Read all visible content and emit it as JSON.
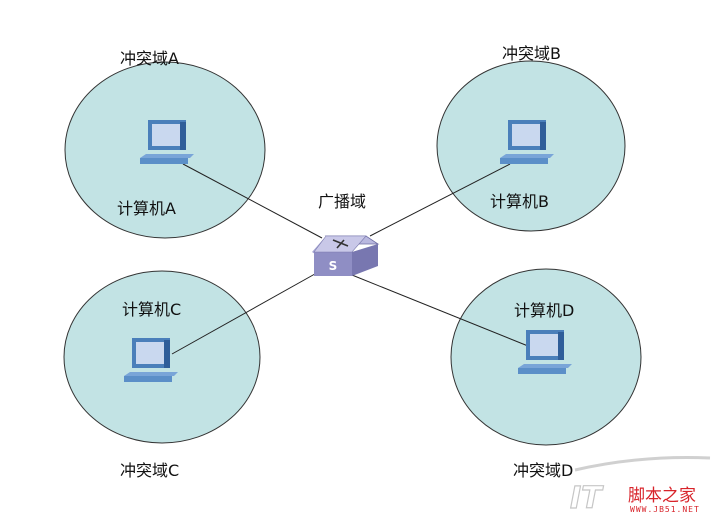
{
  "diagram": {
    "colors": {
      "domain_fill": "#c2e3e4",
      "domain_stroke": "#333333",
      "link": "#222222",
      "switch": "#8f8ec4",
      "pc": "#5b8fc8"
    },
    "broadcast_domain_label": "广播域",
    "switch_letters": {
      "top": "X",
      "front": "S"
    },
    "collision_domains": [
      {
        "id": "A",
        "label": "冲突域A",
        "computer": "计算机A"
      },
      {
        "id": "B",
        "label": "冲突域B",
        "computer": "计算机B"
      },
      {
        "id": "C",
        "label": "冲突域C",
        "computer": "计算机C"
      },
      {
        "id": "D",
        "label": "冲突域D",
        "computer": "计算机D"
      }
    ],
    "watermark": {
      "site": "脚本之家",
      "url": "WWW.JB51.NET",
      "logo": "IT"
    }
  }
}
